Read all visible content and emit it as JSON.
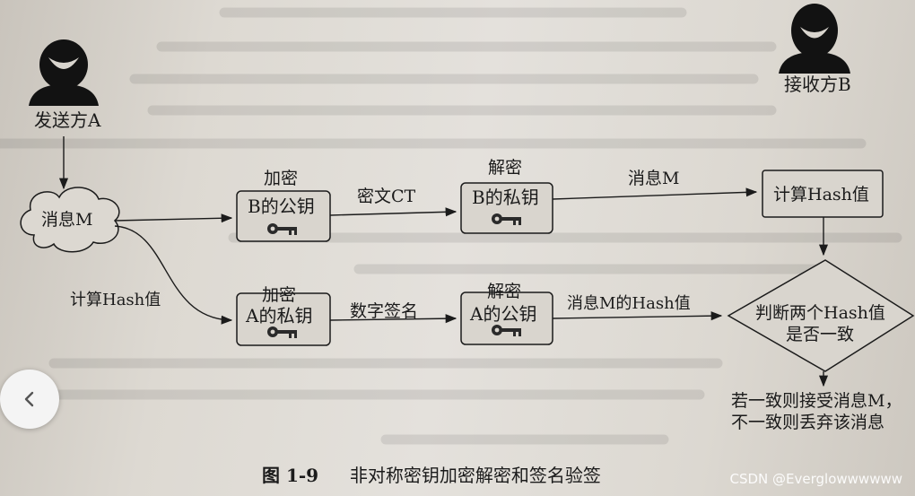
{
  "sender": {
    "label": "发送方A",
    "icon": "person-icon"
  },
  "receiver": {
    "label": "接收方B",
    "icon": "person-icon"
  },
  "message_cloud": "消息M",
  "top_row": {
    "encrypt_label": "加密",
    "encrypt_box": "B的公钥",
    "arrow1": "密文CT",
    "decrypt_label": "解密",
    "decrypt_box": "B的私钥",
    "arrow2": "消息M",
    "hash_box": "计算Hash值"
  },
  "bottom_row": {
    "branch_label": "计算Hash值",
    "encrypt_label": "加密",
    "encrypt_box": "A的私钥",
    "arrow1": "数字签名",
    "decrypt_label": "解密",
    "decrypt_box": "A的公钥",
    "arrow2": "消息M的Hash值"
  },
  "decision": {
    "line1": "判断两个Hash值",
    "line2": "是否一致"
  },
  "outcome": {
    "line1": "若一致则接受消息M，",
    "line2": "不一致则丢弃该消息"
  },
  "caption": {
    "number": "图 1-9",
    "text": "非对称密钥加密解密和签名验签"
  },
  "nav": {
    "icon": "chevron-left-icon"
  },
  "watermark": "CSDN @Everglowwwwww",
  "colors": {
    "ink": "#1b1b1b",
    "page": "#e2dfd9",
    "box_fill": "#d9d5ce"
  }
}
